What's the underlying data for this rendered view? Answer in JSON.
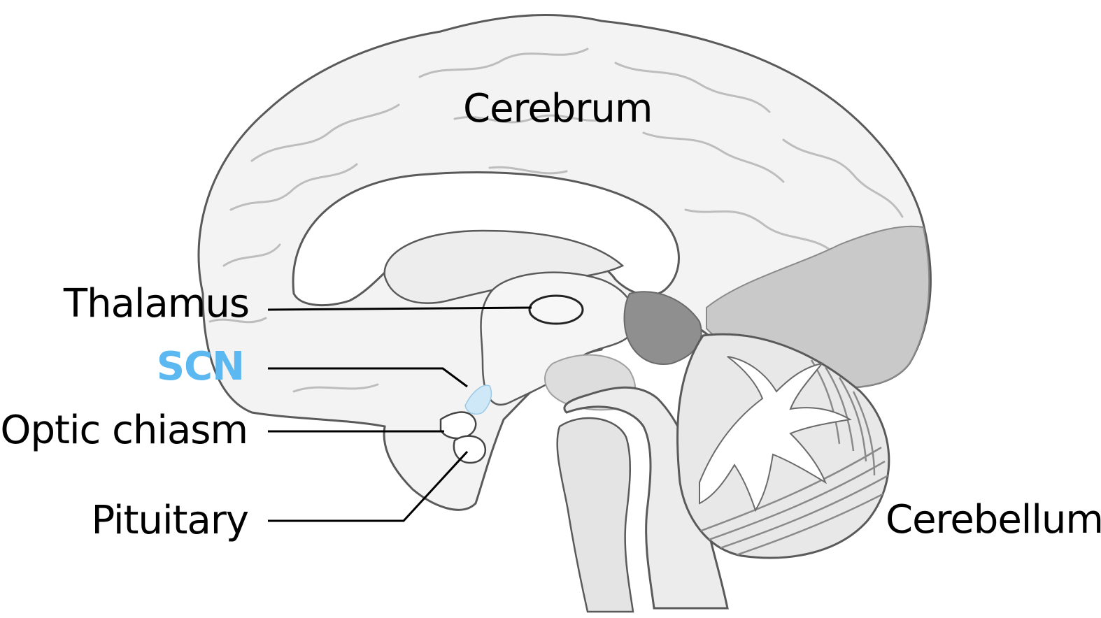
{
  "labels": {
    "cerebrum": "Cerebrum",
    "thalamus": "Thalamus",
    "scn": "SCN",
    "optic_chiasm": "Optic chiasm",
    "pituitary": "Pituitary",
    "cerebellum": "Cerebellum"
  },
  "colors": {
    "text": "#000000",
    "scn_highlight": "#5bb8f0",
    "brain_fill": "#f2f2f2",
    "brain_outline": "#555555",
    "occipital_shade": "#c9c9c9",
    "leader_line": "#000000"
  }
}
